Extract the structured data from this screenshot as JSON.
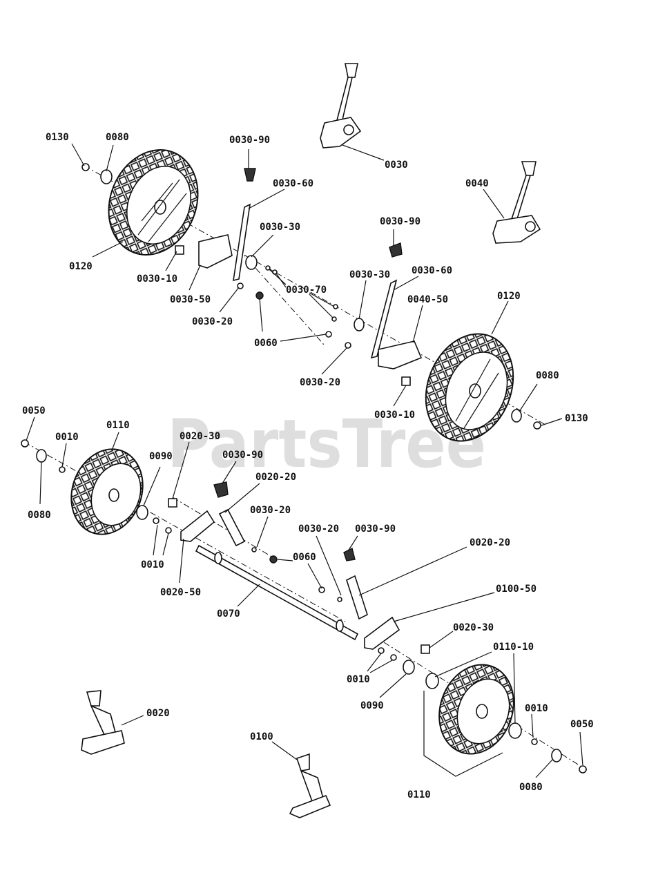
{
  "watermark": "PartsTree",
  "labels": [
    "0130",
    "0080",
    "0030-90",
    "0030",
    "0030-60",
    "0040",
    "0030-30",
    "0030-90",
    "0120",
    "0030-10",
    "0030-50",
    "0030-70",
    "0030-20",
    "0060",
    "0030-30",
    "0030-60",
    "0040-50",
    "0120",
    "0030-20",
    "0030-10",
    "0080",
    "0130",
    "0050",
    "0010",
    "0110",
    "0020-30",
    "0080",
    "0090",
    "0030-90",
    "0020-20",
    "0030-20",
    "0010",
    "0020-50",
    "0030-20",
    "0030-90",
    "0060",
    "0070",
    "0020-20",
    "0100-50",
    "0020-30",
    "0110-10",
    "0010",
    "0090",
    "0010",
    "0050",
    "0020",
    "0100",
    "0110",
    "0080"
  ]
}
